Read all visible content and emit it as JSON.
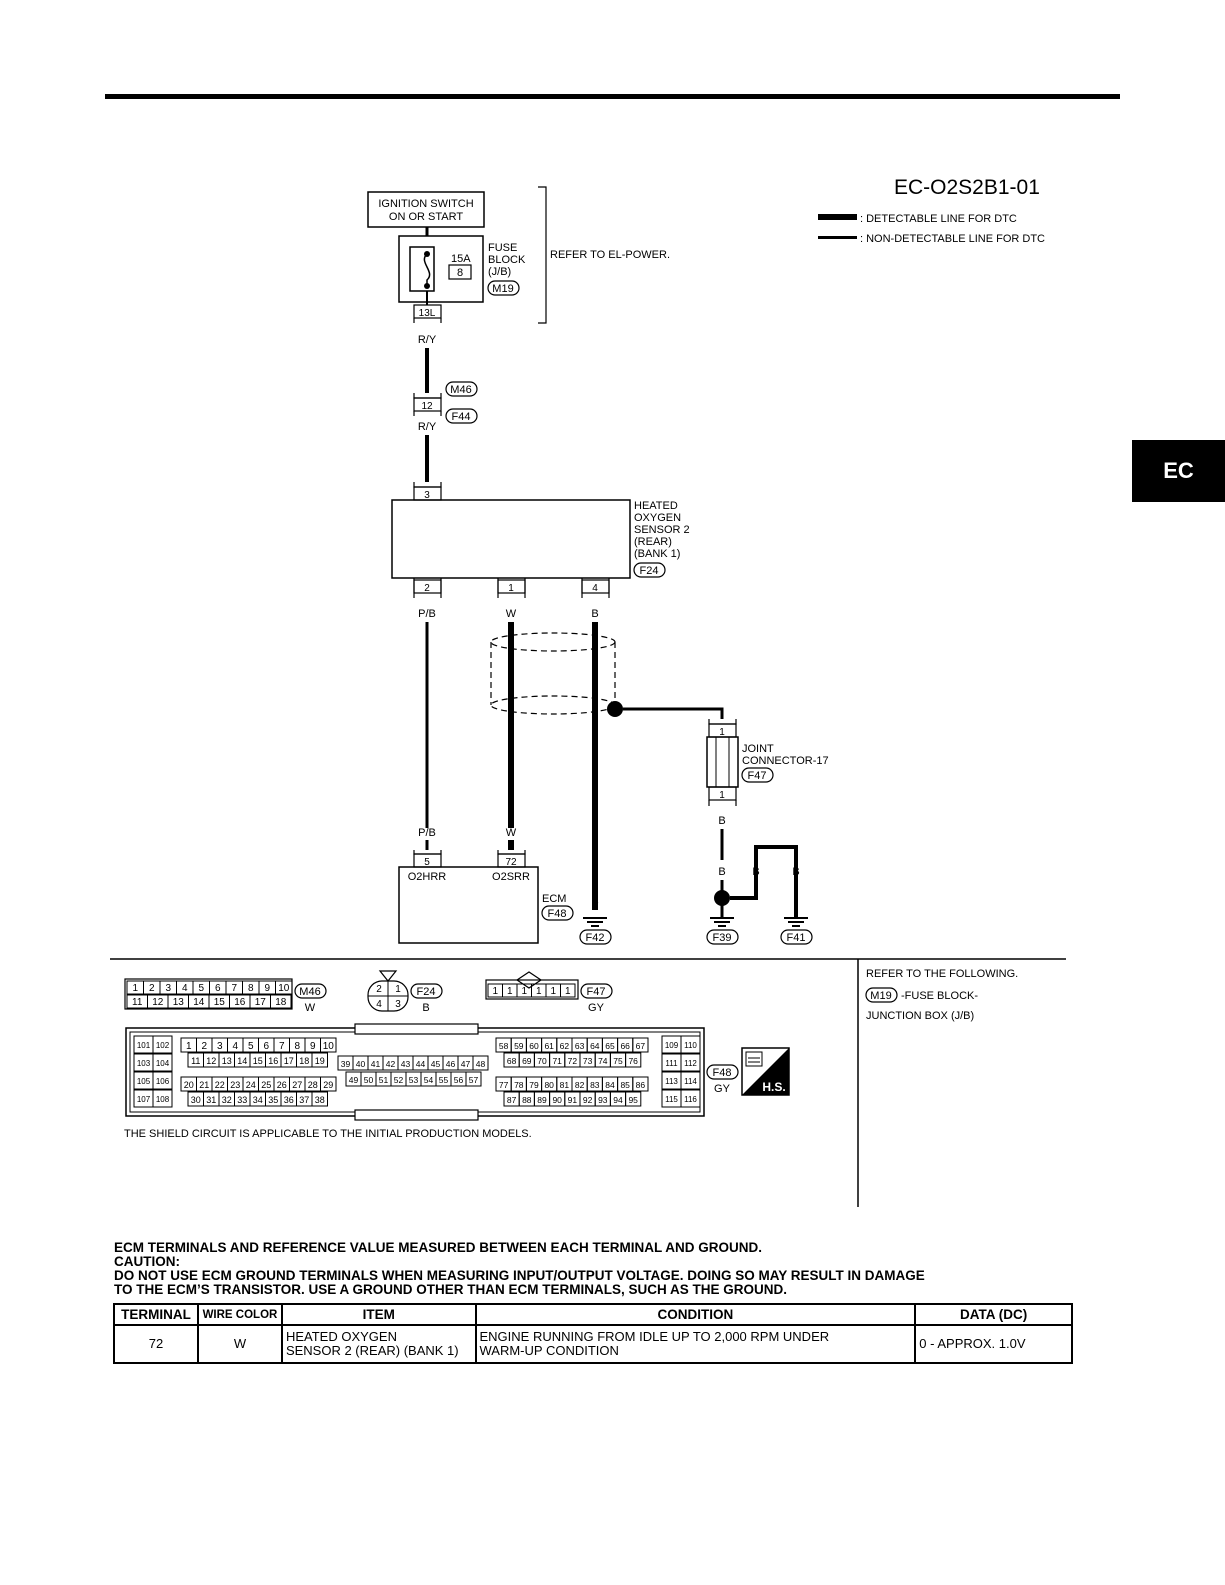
{
  "diagram_id": "EC-O2S2B1-01",
  "legend": {
    "detectable": ": DETECTABLE LINE FOR DTC",
    "non_detectable": ": NON-DETECTABLE LINE FOR DTC"
  },
  "power": {
    "ignition_line1": "IGNITION SWITCH",
    "ignition_line2": "ON OR START",
    "fuse_amp": "15A",
    "fuse_no": "8",
    "fuse_block_l1": "FUSE",
    "fuse_block_l2": "BLOCK",
    "fuse_block_l3": "(J/B)",
    "fuse_block_conn": "M19",
    "fuse_terminal": "13L",
    "refer_text": "REFER TO EL-POWER."
  },
  "wires": {
    "ry_top": "R/Y",
    "ry_bottom": "R/Y",
    "pb_top": "P/B",
    "w_top": "W",
    "b_top": "B",
    "pb_bottom": "P/B",
    "w_bottom": "W",
    "b_ground": "B",
    "b_joint": "B",
    "b_g1": "B",
    "b_g2": "B",
    "b_g3": "B"
  },
  "harness_connector": {
    "top": "M46",
    "pin": "12",
    "bottom": "F44"
  },
  "sensor": {
    "label_l1": "HEATED",
    "label_l2": "OXYGEN",
    "label_l3": "SENSOR 2",
    "label_l4": "(REAR)",
    "label_l5": "(BANK 1)",
    "connector": "F24",
    "pin_top": "3",
    "pin_a": "2",
    "pin_b": "1",
    "pin_c": "4"
  },
  "joint": {
    "label_l1": "JOINT",
    "label_l2": "CONNECTOR-17",
    "connector": "F47",
    "pin_top": "1",
    "pin_bottom": "1"
  },
  "ecm": {
    "pin_a": "5",
    "pin_b": "72",
    "label_a": "O2HRR",
    "label_b": "O2SRR",
    "name": "ECM",
    "connector": "F48"
  },
  "grounds": {
    "g1": "F42",
    "g2": "F39",
    "g3": "F41"
  },
  "connector_views": {
    "m46": {
      "name": "M46",
      "color": "W",
      "row1": [
        "1",
        "2",
        "3",
        "4",
        "5",
        "6",
        "7",
        "8",
        "9",
        "10"
      ],
      "row2": [
        "11",
        "12",
        "13",
        "14",
        "15",
        "16",
        "17",
        "18"
      ]
    },
    "f24": {
      "name": "F24",
      "color": "B",
      "pins": [
        "2",
        "1",
        "4",
        "3"
      ]
    },
    "f47": {
      "name": "F47",
      "color": "GY",
      "pins": [
        "1",
        "1",
        "1",
        "1",
        "1",
        "1"
      ]
    },
    "f48": {
      "name": "F48",
      "color": "GY",
      "hs_label": "H.S.",
      "left_block": [
        "101",
        "102",
        "103",
        "104",
        "105",
        "106",
        "107",
        "108"
      ],
      "right_block": [
        "109",
        "110",
        "111",
        "112",
        "113",
        "114",
        "115",
        "116"
      ],
      "sec1_r1": [
        "1",
        "2",
        "3",
        "4",
        "5",
        "6",
        "7",
        "8",
        "9",
        "10"
      ],
      "sec1_r2": [
        "11",
        "12",
        "13",
        "14",
        "15",
        "16",
        "17",
        "18",
        "19"
      ],
      "sec1_r3": [
        "20",
        "21",
        "22",
        "23",
        "24",
        "25",
        "26",
        "27",
        "28",
        "29"
      ],
      "sec1_r4": [
        "30",
        "31",
        "32",
        "33",
        "34",
        "35",
        "36",
        "37",
        "38"
      ],
      "sec2_r1": [
        "39",
        "40",
        "41",
        "42",
        "43",
        "44",
        "45",
        "46",
        "47",
        "48"
      ],
      "sec2_r2": [
        "49",
        "50",
        "51",
        "52",
        "53",
        "54",
        "55",
        "56",
        "57"
      ],
      "sec3_r1": [
        "58",
        "59",
        "60",
        "61",
        "62",
        "63",
        "64",
        "65",
        "66",
        "67"
      ],
      "sec3_r2": [
        "68",
        "69",
        "70",
        "71",
        "72",
        "73",
        "74",
        "75",
        "76"
      ],
      "sec3_r3": [
        "77",
        "78",
        "79",
        "80",
        "81",
        "82",
        "83",
        "84",
        "85",
        "86"
      ],
      "sec3_r4": [
        "87",
        "88",
        "89",
        "90",
        "91",
        "92",
        "93",
        "94",
        "95"
      ]
    }
  },
  "refer_following": {
    "line1": "REFER TO THE FOLLOWING.",
    "conn": "M19",
    "line2": "-FUSE BLOCK-",
    "line3": "JUNCTION BOX (J/B)"
  },
  "shield_note": "THE SHIELD CIRCUIT IS APPLICABLE TO THE INITIAL PRODUCTION MODELS.",
  "ec_tab": "EC",
  "caution": {
    "line1": "ECM TERMINALS AND REFERENCE VALUE MEASURED BETWEEN EACH TERMINAL AND GROUND.",
    "line2": "CAUTION:",
    "line3": "DO NOT USE ECM GROUND TERMINALS WHEN MEASURING INPUT/OUTPUT VOLTAGE. DOING SO MAY RESULT IN DAMAGE",
    "line4": "TO THE ECM’S TRANSISTOR. USE A GROUND OTHER THAN ECM TERMINALS, SUCH AS THE GROUND."
  },
  "table": {
    "headers": [
      "TERMINAL",
      "WIRE COLOR",
      "ITEM",
      "CONDITION",
      "DATA (DC)"
    ],
    "row": {
      "terminal": "72",
      "wire": "W",
      "item_l1": "HEATED OXYGEN",
      "item_l2": "SENSOR 2 (REAR) (BANK 1)",
      "cond_l1": "ENGINE RUNNING FROM IDLE UP TO 2,000 RPM UNDER",
      "cond_l2": "WARM-UP CONDITION",
      "data": "0 - APPROX. 1.0V"
    }
  }
}
